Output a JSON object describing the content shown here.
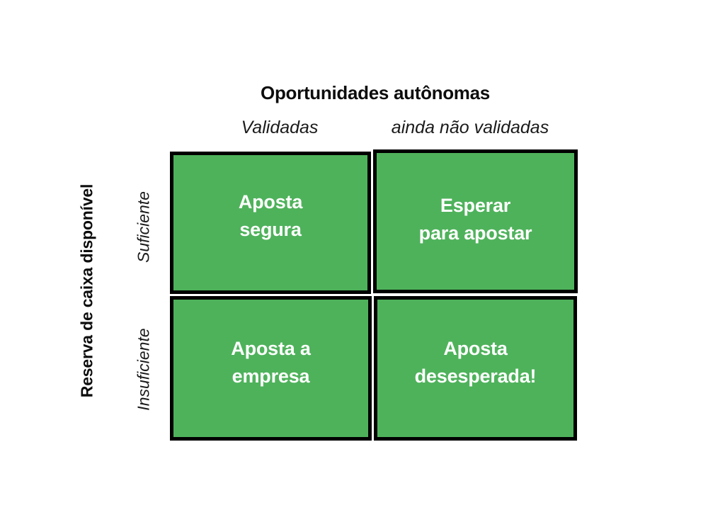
{
  "chart_data": {
    "type": "table",
    "title": "Oportunidades autônomas",
    "xlabel": "Oportunidades autônomas",
    "ylabel": "Reserva de caixa disponível",
    "columns": [
      "Validadas",
      "ainda não validadas"
    ],
    "rows": [
      "Suficiente",
      "Insuficiente"
    ],
    "cells": [
      [
        {
          "line1": "Aposta",
          "line2": "segura"
        },
        {
          "line1": "Esperar",
          "line2": "para apostar"
        }
      ],
      [
        {
          "line1": "Aposta a",
          "line2": "empresa"
        },
        {
          "line1": "Aposta",
          "line2": "desesperada!"
        }
      ]
    ],
    "cell_fill": "#4eb25b",
    "cell_border": "#000000",
    "cell_text_color": "#ffffff",
    "background": "#ffffff",
    "grid": true,
    "legend": "none"
  },
  "axes": {
    "column": {
      "title": "Oportunidades autônomas",
      "headers": [
        {
          "label": "Validadas"
        },
        {
          "label": "ainda não validadas"
        }
      ]
    },
    "row": {
      "title": "Reserva de caixa disponível",
      "headers": [
        {
          "label": "Suficiente"
        },
        {
          "label": "Insuficiente"
        }
      ]
    }
  },
  "matrix": {
    "quadrants": [
      {
        "id": "q00",
        "line1": "Aposta",
        "line2": "segura"
      },
      {
        "id": "q01",
        "line1": "Esperar",
        "line2": "para apostar"
      },
      {
        "id": "q10",
        "line1": "Aposta a",
        "line2": "empresa"
      },
      {
        "id": "q11",
        "line1": "Aposta",
        "line2": "desesperada!"
      }
    ]
  }
}
